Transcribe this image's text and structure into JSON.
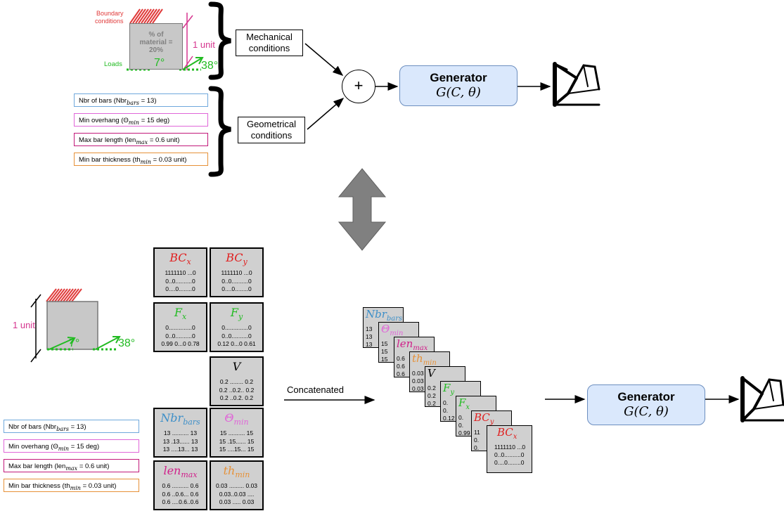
{
  "top": {
    "boundary_label": "Boundary\nconditions",
    "material_label": "% of\nmaterial =\n20%",
    "loads_label": "Loads",
    "unit_label": "1 unit",
    "angle1": "7°",
    "angle2": "38°",
    "mechanical_box": "Mechanical\nconditions",
    "geometrical_box": "Geometrical\nconditions",
    "plus": "+",
    "generator_title": "Generator",
    "generator_formula": "G(C, θ)"
  },
  "conditions": [
    {
      "text": "Nbr of bars (Nbr",
      "sub": "bars",
      "tail": " = 13)",
      "color": "#6fa8dc"
    },
    {
      "text": "Min overhang (Θ",
      "sub": "min",
      "tail": " = 15 deg)",
      "color": "#e066d8"
    },
    {
      "text": "Max bar length (len",
      "sub": "max",
      "tail": " = 0.6 unit)",
      "color": "#c2187a"
    },
    {
      "text": "Min bar thickness (th",
      "sub": "min",
      "tail": " = 0.03 unit)",
      "color": "#e69138"
    }
  ],
  "bottom": {
    "unit_label": "1 unit",
    "angle1": "7°",
    "angle2": "38°",
    "concat_label": "Concatenated",
    "generator_title": "Generator",
    "generator_formula": "G(C, θ)"
  },
  "matrices": [
    {
      "id": "bcx",
      "base": "BC",
      "sub": "x",
      "color": "#e02020",
      "rows": [
        "1111110 ...0",
        "0..0..........0",
        "0....0........0"
      ]
    },
    {
      "id": "bcy",
      "base": "BC",
      "sub": "y",
      "color": "#e02020",
      "rows": [
        "1111110 ...0",
        "0..0..........0",
        "0....0........0"
      ]
    },
    {
      "id": "fx",
      "base": "F",
      "sub": "x",
      "color": "#22bb22",
      "rows": [
        "0..............0",
        "0..0..........0",
        "0.99 0...0 0.78"
      ]
    },
    {
      "id": "fy",
      "base": "F",
      "sub": "y",
      "color": "#22bb22",
      "rows": [
        "0..............0",
        "0..0..........0",
        "0.12 0...0 0.61"
      ]
    },
    {
      "id": "v",
      "base": "V",
      "sub": "",
      "color": "#000000",
      "rows": [
        "0.2 ........ 0.2",
        "0.2 ..0.2.. 0.2",
        "0.2 ..0.2. 0.2"
      ]
    },
    {
      "id": "nbr",
      "base": "Nbr",
      "sub": "bars",
      "color": "#3d8fc8",
      "rows": [
        "13 .......... 13",
        "13 .13...... 13",
        "13 ....13... 13"
      ]
    },
    {
      "id": "theta",
      "base": "Θ",
      "sub": "min",
      "color": "#e066d8",
      "rows": [
        "15 .......... 15",
        "15 .15...... 15",
        "15 ....15... 15"
      ]
    },
    {
      "id": "len",
      "base": "len",
      "sub": "max",
      "color": "#d0208a",
      "rows": [
        "0.6 .......... 0.6",
        "0.6 ..0.6... 0.6",
        "0.6 ....0.6..0.6"
      ]
    },
    {
      "id": "th",
      "base": "th",
      "sub": "min",
      "color": "#e69138",
      "rows": [
        "0.03 ......... 0.03",
        "0.03..0.03 ....",
        "0.03 ..... 0.03"
      ]
    }
  ],
  "stack": [
    {
      "base": "Nbr",
      "sub": "bars",
      "color": "#3d8fc8",
      "rows": [
        "13",
        "13",
        "13"
      ]
    },
    {
      "base": "Θ",
      "sub": "min",
      "color": "#e066d8",
      "rows": [
        "15",
        "15",
        "15"
      ]
    },
    {
      "base": "len",
      "sub": "max",
      "color": "#d0208a",
      "rows": [
        "0.6",
        "0.6",
        "0.6"
      ]
    },
    {
      "base": "th",
      "sub": "min",
      "color": "#e69138",
      "rows": [
        "0.03",
        "0.03",
        "0.03"
      ]
    },
    {
      "base": "V",
      "sub": "",
      "color": "#000000",
      "rows": [
        "0.2",
        "0.2",
        "0.2"
      ]
    },
    {
      "base": "F",
      "sub": "y",
      "color": "#22bb22",
      "rows": [
        "0.",
        "0.",
        "0.12"
      ]
    },
    {
      "base": "F",
      "sub": "x",
      "color": "#22bb22",
      "rows": [
        "0.",
        "0.",
        "0.99"
      ]
    },
    {
      "base": "BC",
      "sub": "y",
      "color": "#e02020",
      "rows": [
        "11",
        "0.",
        "0."
      ]
    },
    {
      "base": "BC",
      "sub": "x",
      "color": "#e02020",
      "rows": [
        "1111110 ...0",
        "0..0..........0",
        "0....0........0"
      ]
    }
  ],
  "colors": {
    "boundary": "#e03a3a",
    "load": "#22bb22",
    "unit": "#d6368f",
    "generator_fill": "#dae8fc",
    "generator_border": "#6c8ebf",
    "arrow_gray": "#808080"
  }
}
